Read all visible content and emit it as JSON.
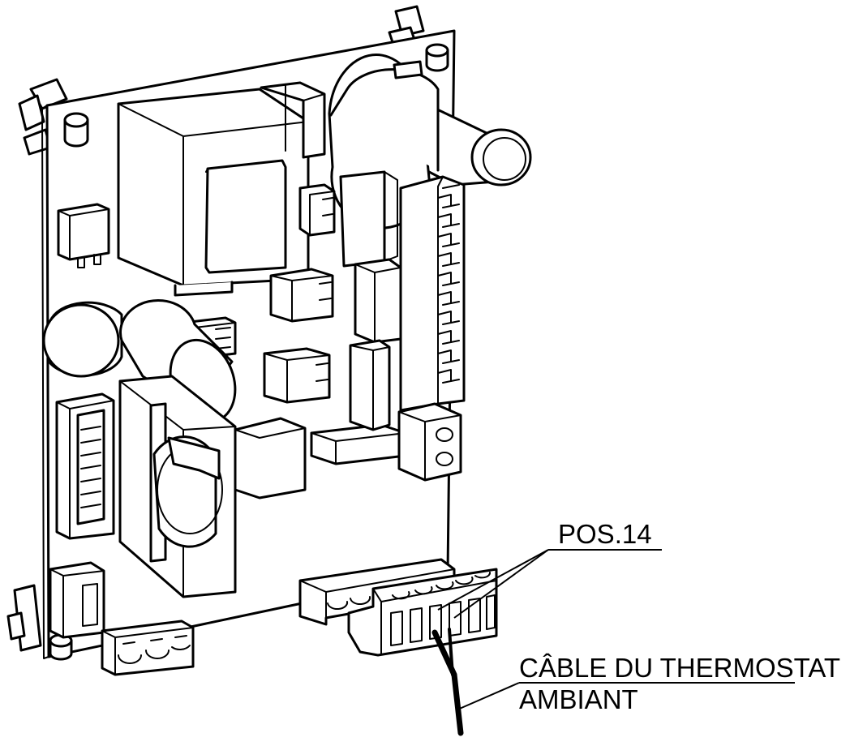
{
  "labels": {
    "pos": "POS.14",
    "cable_line1": "CÂBLE DU THERMOSTAT",
    "cable_line2": "AMBIANT"
  },
  "colors": {
    "line": "#000000",
    "background": "#ffffff",
    "cable": "#000000"
  }
}
